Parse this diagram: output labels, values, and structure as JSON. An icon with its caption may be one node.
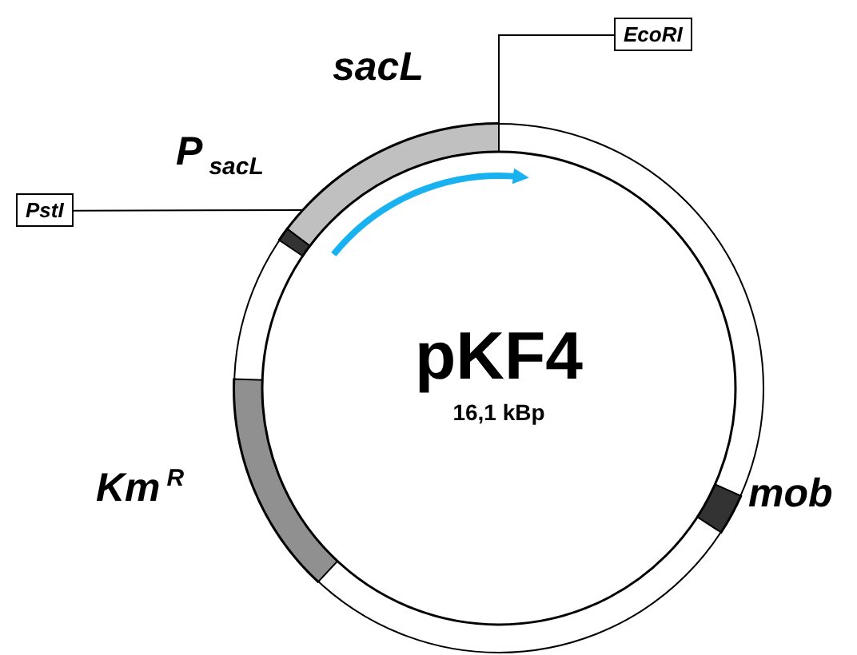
{
  "diagram": {
    "nodes": [
      {
        "text": [
          "pKF4",
          "16,1 kBp"
        ]
      },
      {
        "text": [
          "EcoRI"
        ]
      },
      {
        "text": [
          "PstI"
        ]
      }
    ],
    "edges": [
      {
        "from": 1,
        "to": 0,
        "arrow": "none"
      },
      {
        "from": 2,
        "to": 0,
        "arrow": "none"
      }
    ],
    "labels": [
      "sacL",
      "P$_{sacL}$",
      "Km$^{R}$",
      "mob"
    ]
  }
}
